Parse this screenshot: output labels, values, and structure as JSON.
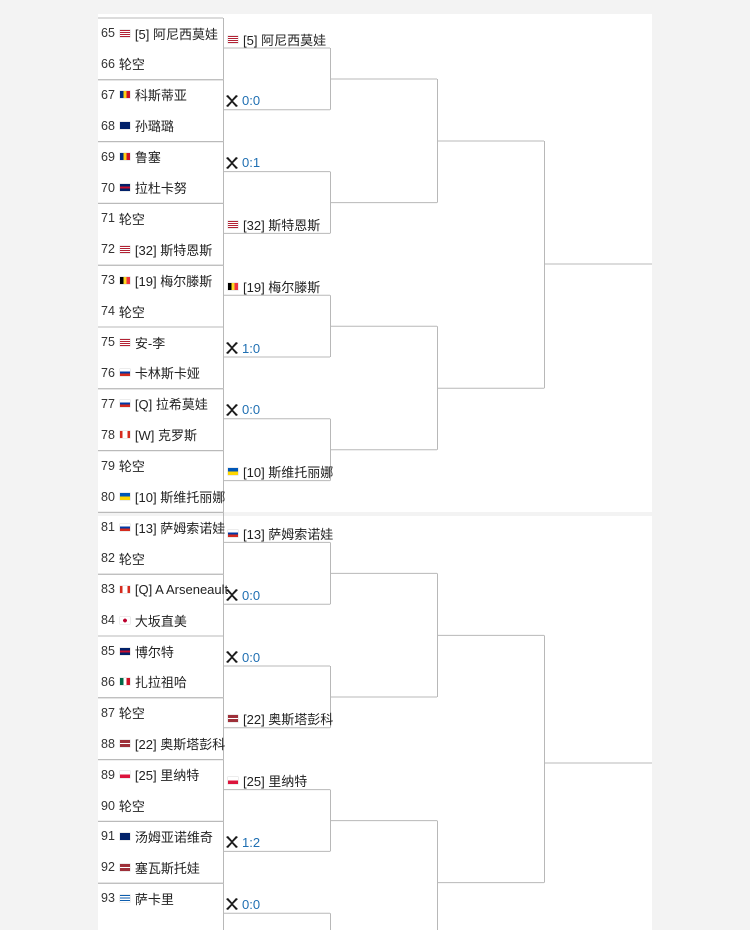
{
  "bracket": {
    "r1": [
      {
        "no": "65",
        "flag": "usa",
        "name": "[5] 阿尼西莫娃"
      },
      {
        "no": "66",
        "flag": "none",
        "name": "轮空"
      },
      {
        "no": "67",
        "flag": "rou",
        "name": "科斯蒂亚"
      },
      {
        "no": "68",
        "flag": "aus",
        "name": "孙璐璐"
      },
      {
        "no": "69",
        "flag": "rou",
        "name": "鲁塞"
      },
      {
        "no": "70",
        "flag": "gbr",
        "name": "拉杜卡努"
      },
      {
        "no": "71",
        "flag": "none",
        "name": "轮空"
      },
      {
        "no": "72",
        "flag": "usa",
        "name": "[32] 斯特恩斯"
      },
      {
        "no": "73",
        "flag": "bel",
        "name": "[19] 梅尔滕斯"
      },
      {
        "no": "74",
        "flag": "none",
        "name": "轮空"
      },
      {
        "no": "75",
        "flag": "usa",
        "name": "安-李"
      },
      {
        "no": "76",
        "flag": "rus",
        "name": "卡林斯卡娅"
      },
      {
        "no": "77",
        "flag": "rus",
        "name": "[Q] 拉希莫娃"
      },
      {
        "no": "78",
        "flag": "can",
        "name": "[W] 克罗斯"
      },
      {
        "no": "79",
        "flag": "none",
        "name": "轮空"
      },
      {
        "no": "80",
        "flag": "ukr",
        "name": "[10] 斯维托丽娜"
      },
      {
        "no": "81",
        "flag": "rus",
        "name": "[13] 萨姆索诺娃"
      },
      {
        "no": "82",
        "flag": "none",
        "name": "轮空"
      },
      {
        "no": "83",
        "flag": "can",
        "name": "[Q] A Arseneault"
      },
      {
        "no": "84",
        "flag": "jpn",
        "name": "大坂直美"
      },
      {
        "no": "85",
        "flag": "gbr",
        "name": "博尔特"
      },
      {
        "no": "86",
        "flag": "mex",
        "name": "扎拉祖哈"
      },
      {
        "no": "87",
        "flag": "none",
        "name": "轮空"
      },
      {
        "no": "88",
        "flag": "lat",
        "name": "[22] 奥斯塔彭科"
      },
      {
        "no": "89",
        "flag": "pol",
        "name": "[25] 里纳特"
      },
      {
        "no": "90",
        "flag": "none",
        "name": "轮空"
      },
      {
        "no": "91",
        "flag": "aus",
        "name": "汤姆亚诺维奇"
      },
      {
        "no": "92",
        "flag": "lat",
        "name": "塞瓦斯托娃"
      },
      {
        "no": "93",
        "flag": "gre",
        "name": "萨卡里"
      }
    ],
    "r2": [
      {
        "flag": "usa",
        "name": "[5] 阿尼西莫娃"
      },
      {
        "flag": "usa",
        "name": "[32] 斯特恩斯"
      },
      {
        "flag": "bel",
        "name": "[19] 梅尔滕斯"
      },
      {
        "flag": "ukr",
        "name": "[10] 斯维托丽娜"
      },
      {
        "flag": "rus",
        "name": "[13] 萨姆索诺娃"
      },
      {
        "flag": "lat",
        "name": "[22] 奥斯塔彭科"
      },
      {
        "flag": "pol",
        "name": "[25] 里纳特"
      }
    ],
    "scores": [
      "0:0",
      "0:1",
      "1:0",
      "0:0",
      "0:0",
      "0:0",
      "1:2",
      "0:0"
    ],
    "colors": {
      "line": "#b8b8b8",
      "score": "#1f6fb2"
    },
    "icons": {
      "score": "crossed-rackets-icon"
    }
  }
}
